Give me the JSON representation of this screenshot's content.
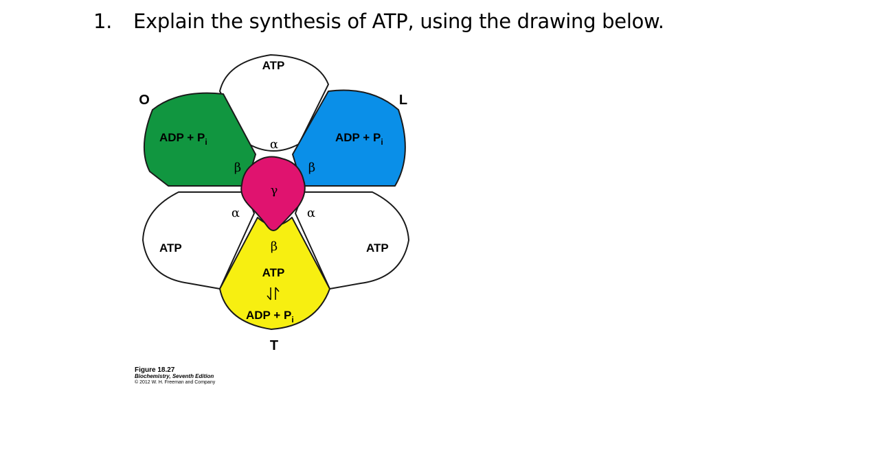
{
  "question": {
    "number": "1.",
    "text": "Explain the synthesis of ATP, using the drawing below."
  },
  "diagram": {
    "state_labels": {
      "top_left": "O",
      "top_right": "L",
      "bottom": "T"
    },
    "subunits": {
      "top": {
        "label": "ATP",
        "color": "#ffffff"
      },
      "upper_left": {
        "label": "ADP + P",
        "subscript": "i",
        "color": "#119640"
      },
      "upper_right": {
        "label": "ADP + P",
        "subscript": "i",
        "color": "#0a8fe8"
      },
      "lower_left": {
        "label": "ATP",
        "color": "#ffffff"
      },
      "lower_right": {
        "label": "ATP",
        "color": "#ffffff"
      },
      "bottom": {
        "label_top": "ATP",
        "label_bottom": "ADP + P",
        "subscript": "i",
        "color": "#f7ef11"
      }
    },
    "greek": {
      "alpha": "α",
      "beta": "β",
      "gamma": "γ"
    },
    "gamma_color": "#e0136f"
  },
  "caption": {
    "figure": "Figure 18.27",
    "book": "Biochemistry, Seventh Edition",
    "copyright": "© 2012 W. H. Freeman and Company"
  }
}
